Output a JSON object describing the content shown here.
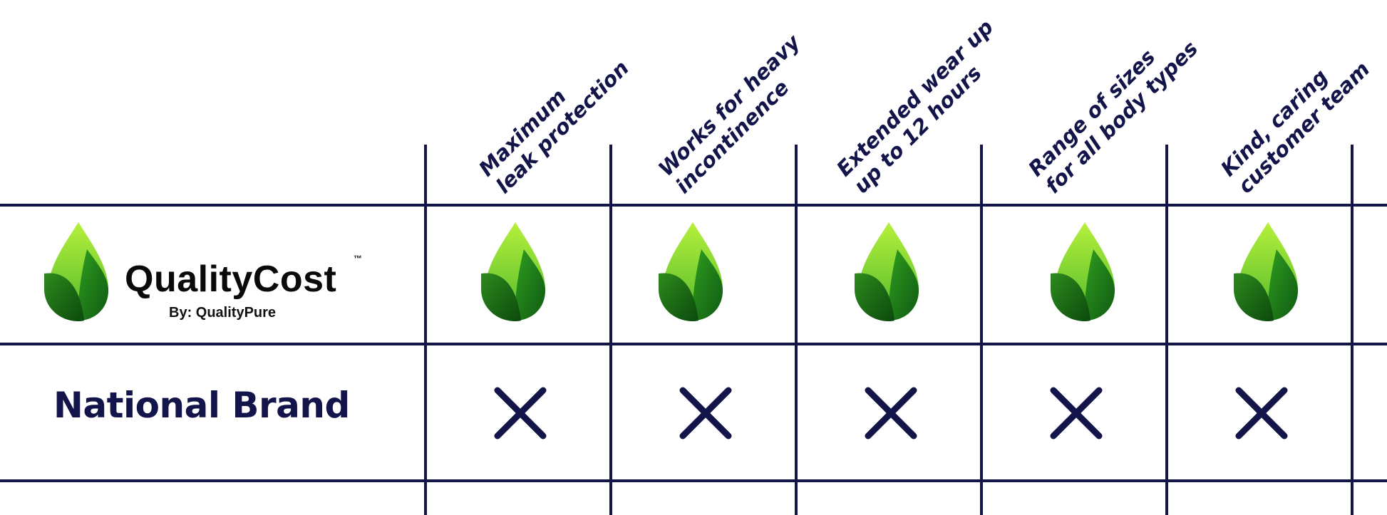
{
  "colors": {
    "line": "#13154a",
    "ink": "#13154a",
    "drop_light": "#b6f03c",
    "drop_mid": "#4fb82a",
    "drop_dark": "#0f5a12"
  },
  "columns": [
    {
      "line1": "Maximum",
      "line2": "leak protection"
    },
    {
      "line1": "Works for heavy",
      "line2": "incontinence"
    },
    {
      "line1": "Extended wear up",
      "line2": "up to 12 hours"
    },
    {
      "line1": "Range of sizes",
      "line2": "for all body types"
    },
    {
      "line1": "Kind, caring",
      "line2": "customer team"
    }
  ],
  "rows": {
    "brand": {
      "name": "QualityCost",
      "tm": "™",
      "by": "By: QualityPure",
      "icon": "green-drop-icon"
    },
    "competitor": {
      "name": "National Brand",
      "icon": "x-mark-icon"
    }
  }
}
